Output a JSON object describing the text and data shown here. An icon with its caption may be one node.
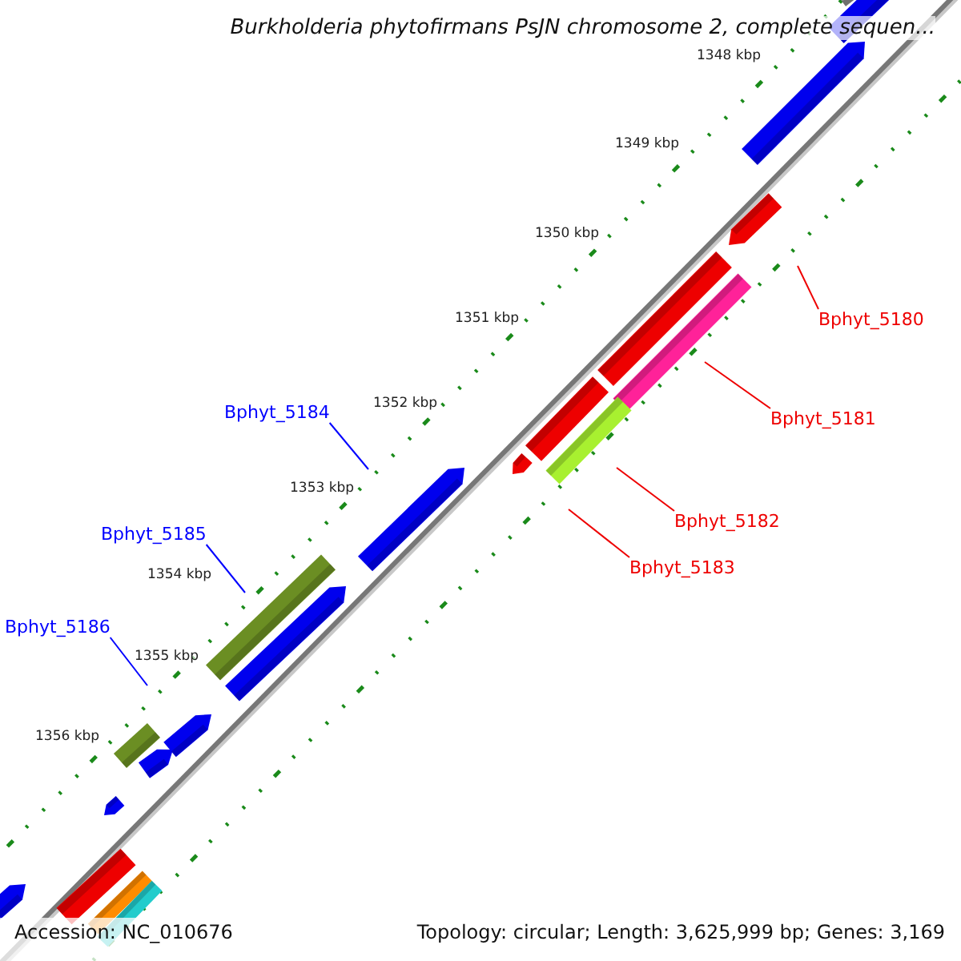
{
  "diagram": {
    "title": "Burkholderia phytofirmans PsJN chromosome 2, complete sequen...",
    "nodes": [
      {
        "text": [
          "Bphyt_5180"
        ]
      },
      {
        "text": [
          "Bphyt_5184"
        ]
      },
      {
        "text": [
          "Bphyt_5181"
        ]
      },
      {
        "text": [
          "Bphyt_5182"
        ]
      },
      {
        "text": [
          "Bphyt_5185"
        ]
      },
      {
        "text": [
          "Bphyt_5183"
        ]
      },
      {
        "text": [
          "Bphyt_5186"
        ]
      }
    ],
    "edges": [
      {
        "from": 0,
        "to": null,
        "arrow": "none"
      },
      {
        "from": 1,
        "to": null,
        "arrow": "none",
        "color": "#0000ff"
      },
      {
        "from": 2,
        "to": null,
        "arrow": "none"
      },
      {
        "from": 3,
        "to": null,
        "arrow": "none"
      },
      {
        "from": 4,
        "to": null,
        "arrow": "none",
        "color": "#0000ff"
      },
      {
        "from": 5,
        "to": null,
        "arrow": "none"
      },
      {
        "from": 6,
        "to": null,
        "arrow": "none",
        "color": "#0000ff"
      }
    ],
    "labels": [
      "1348 kbp",
      "1349 kbp",
      "1350 kbp",
      "1351 kbp",
      "1352 kbp",
      "1353 kbp",
      "1354 kbp",
      "1355 kbp",
      "1356 kbp",
      "Accession: NC_010676",
      "Topology: circular; Length: 3,625,999 bp; Genes: 3,169"
    ]
  }
}
